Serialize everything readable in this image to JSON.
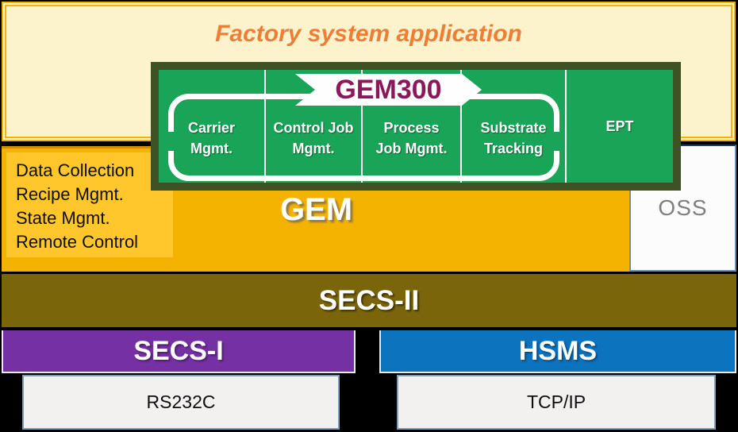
{
  "factory": {
    "title": "Factory system application"
  },
  "gem300": {
    "banner": "GEM300",
    "modules": [
      {
        "label": "Carrier Mgmt."
      },
      {
        "label": "Control Job Mgmt."
      },
      {
        "label": "Process Job Mgmt."
      },
      {
        "label": "Substrate Tracking"
      },
      {
        "label": "EPT"
      }
    ]
  },
  "gem": {
    "label": "GEM",
    "capabilities": [
      "Data Collection",
      "Recipe Mgmt.",
      "State Mgmt.",
      "Remote Control"
    ]
  },
  "oss": {
    "label": "OSS"
  },
  "layers": {
    "secs2": "SECS-II",
    "secs1": "SECS-I",
    "hsms": "HSMS",
    "rs232c": "RS232C",
    "tcpip": "TCP/IP"
  },
  "colors": {
    "factory_fill": "#FCF2CC",
    "factory_border": "#F5B301",
    "factory_title": "#EE7E35",
    "green_fill": "#1AA458",
    "green_border": "#3E5226",
    "banner_text": "#8C185C",
    "amber": "#F5B301",
    "capability_fill": "#FFC72B",
    "oss_text": "#7F7F7F",
    "olive": "#7B650B",
    "purple": "#7530A3",
    "blue": "#0C73BF",
    "gray_fill": "#F2F1F0"
  }
}
